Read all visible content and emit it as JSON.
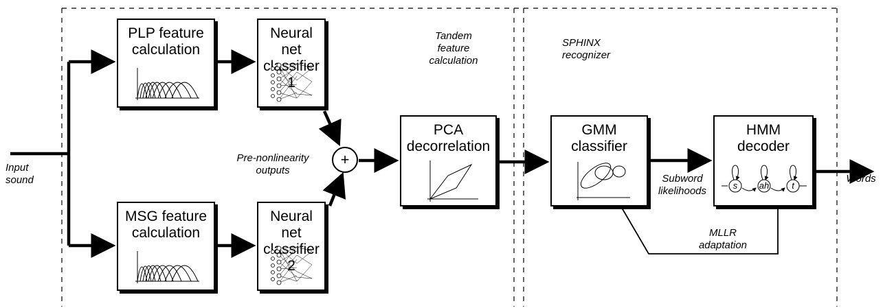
{
  "regions": {
    "tandem": {
      "label_line1": "Tandem",
      "label_line2": "feature",
      "label_line3": "calculation"
    },
    "sphinx": {
      "label_line1": "SPHINX",
      "label_line2": "recognizer"
    }
  },
  "blocks": {
    "plp": {
      "line1": "PLP feature",
      "line2": "calculation"
    },
    "nn1": {
      "line1": "Neural net",
      "line2": "classifier 1"
    },
    "msg": {
      "line1": "MSG feature",
      "line2": "calculation"
    },
    "nn2": {
      "line1": "Neural net",
      "line2": "classifier 2"
    },
    "pca": {
      "line1": "PCA",
      "line2": "decorrelation"
    },
    "gmm": {
      "line1": "GMM",
      "line2": "classifier"
    },
    "hmm": {
      "line1": "HMM",
      "line2": "decoder"
    }
  },
  "sum_symbol": "+",
  "labels": {
    "input": {
      "line1": "Input",
      "line2": "sound"
    },
    "prenonlin": {
      "line1": "Pre-nonlinearity",
      "line2": "outputs"
    },
    "subword": {
      "line1": "Subword",
      "line2": "likelihoods"
    },
    "mllr": {
      "line1": "MLLR",
      "line2": "adaptation"
    },
    "words": "Words"
  },
  "hmm_states": [
    "s",
    "ah",
    "t"
  ]
}
